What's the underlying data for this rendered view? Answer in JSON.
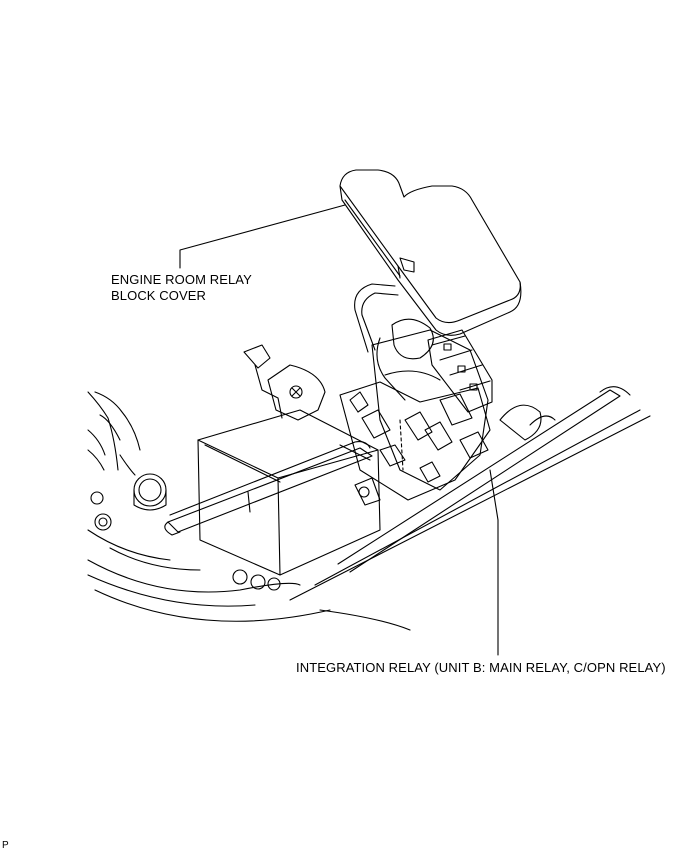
{
  "labels": {
    "cover_line1": "ENGINE ROOM RELAY",
    "cover_line2": "BLOCK COVER",
    "relay": "INTEGRATION RELAY (UNIT B: MAIN RELAY, C/OPN RELAY)",
    "code": "P"
  },
  "colors": {
    "ink": "#000000",
    "paper": "#ffffff"
  }
}
